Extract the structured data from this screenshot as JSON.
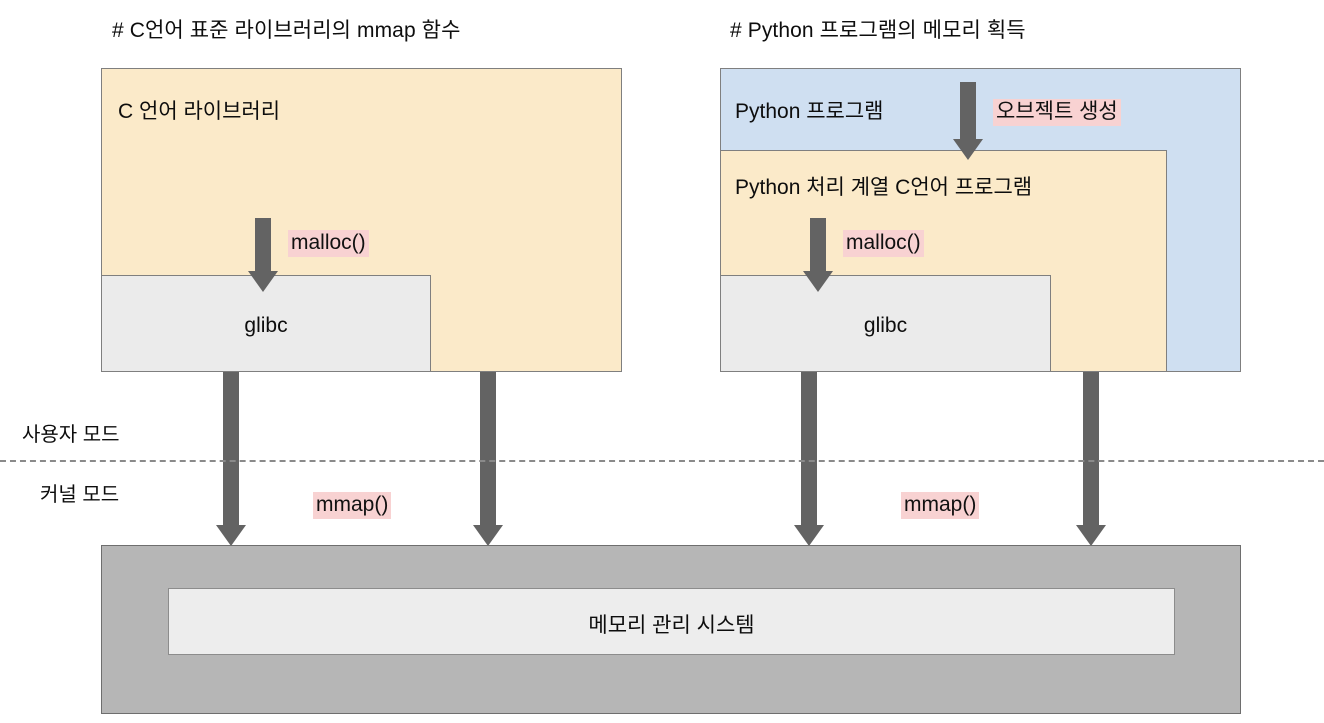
{
  "diagram": {
    "title_left": "# C언어 표준 라이브러리의 mmap 함수",
    "title_right": "# Python 프로그램의 메모리 획득",
    "mode_user": "사용자 모드",
    "mode_kernel": "커널 모드",
    "kernel_box_label": "메모리 관리 시스템"
  },
  "left_panel": {
    "outer_box_label": "C 언어 라이브러리",
    "glibc_label": "glibc",
    "malloc_label": "malloc()",
    "mmap_label": "mmap()"
  },
  "right_panel": {
    "outer_box_label": "Python 프로그램",
    "inner_box_label": "Python 처리 계열 C언어 프로그램",
    "glibc_label": "glibc",
    "object_create_label": "오브젝트 생성",
    "malloc_label": "malloc()",
    "mmap_label": "mmap()"
  },
  "colors": {
    "yellow_fill": "#fbeac9",
    "blue_fill": "#cfdff1",
    "glibc_fill": "#ebebeb",
    "kernel_fill": "#b6b6b6",
    "kernel_inner_fill": "#ededed",
    "highlight_pink": "#f8d2d2",
    "arrow_gray": "#636363",
    "border_gray": "#7f7f7f",
    "text": "#0d0d0d"
  }
}
